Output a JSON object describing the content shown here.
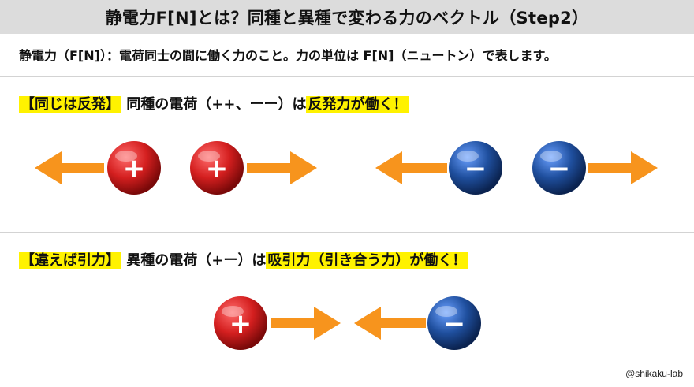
{
  "title": "静電力F[N]とは？同種と異種で変わる力のベクトル（Step2）",
  "definition": "静電力（F[N]）：電荷同士の間に働く力のこと。力の単位は F[N]（ニュートン）で表します。",
  "repulsion": {
    "tag": "【同じは反発】",
    "text_before": "同種の電荷（++、ーー）は",
    "highlight": "反発力が働く！",
    "charges": [
      "+",
      "+",
      "−",
      "−"
    ]
  },
  "attraction": {
    "tag": "【違えば引力】",
    "text_before": "異種の電荷（+ー）は",
    "highlight": "吸引力（引き合う力）が働く！",
    "charges": [
      "+",
      "−"
    ]
  },
  "credit": "@shikaku-lab",
  "colors": {
    "arrow": "#f7941d",
    "positive": "#d41f1f",
    "negative": "#1f4f9e",
    "highlight": "#fff200",
    "title_bg": "#dcdcdc"
  }
}
